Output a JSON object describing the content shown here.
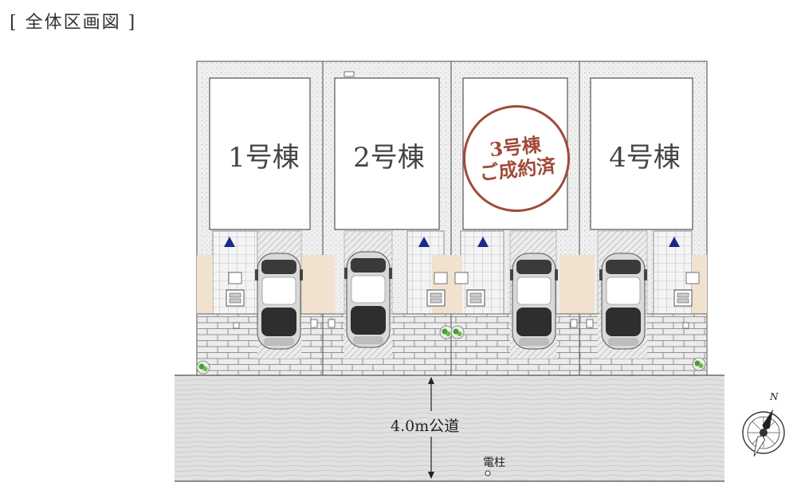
{
  "title": "[ 全体区画図 ]",
  "lots": [
    {
      "label": "1号棟"
    },
    {
      "label": "2号棟"
    },
    {
      "label": "3号棟"
    },
    {
      "label": "4号棟"
    }
  ],
  "sold_stamp": {
    "line1": "3号棟",
    "line2": "ご成約済"
  },
  "road": {
    "label": "4.0m公道"
  },
  "utility_pole": {
    "label": "電柱"
  },
  "compass": {
    "north_label": "N"
  },
  "colors": {
    "stamp": "#a04a3a",
    "marker": "#1a2a8a",
    "road": "#e3e3e3",
    "tile": "#e8e8e8",
    "beige": "#f0e2cf"
  }
}
